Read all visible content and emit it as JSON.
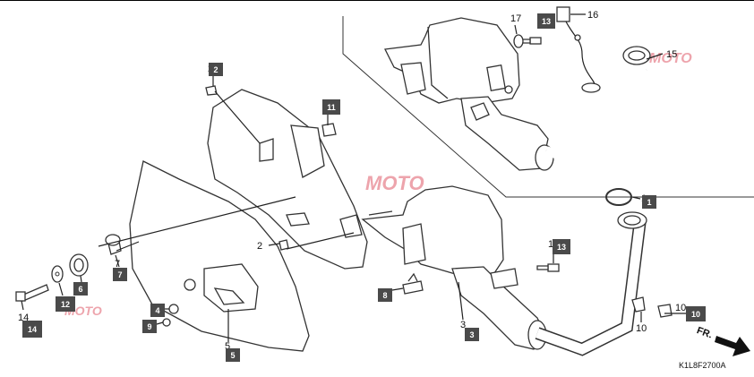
{
  "diagram_code": "K1L8F2700A",
  "direction_label": "FR.",
  "watermark": {
    "text": "MOTO",
    "color": "#e05a6a"
  },
  "colors": {
    "box_fill": "#4a4a4a",
    "line": "#222222"
  },
  "callouts": {
    "p1": {
      "num": "1",
      "box": "1"
    },
    "p2a": {
      "num": "2",
      "box": "2"
    },
    "p2b": {
      "num": "2"
    },
    "p3": {
      "num": "3",
      "box": "3"
    },
    "p4": {
      "box": "4"
    },
    "p5": {
      "num": "5",
      "box": "5"
    },
    "p6": {
      "box": "6"
    },
    "p7": {
      "num": "7",
      "box": "7"
    },
    "p8": {
      "box": "8"
    },
    "p9": {
      "box": "9"
    },
    "p10a": {
      "num": "10",
      "box": "10"
    },
    "p10b": {
      "num": "10"
    },
    "p11": {
      "box": "11"
    },
    "p12": {
      "box": "12"
    },
    "p13a": {
      "num": "13",
      "box": "13"
    },
    "p13b": {
      "box": "13"
    },
    "p14": {
      "num": "14",
      "box": "14"
    },
    "p15": {
      "num": "15"
    },
    "p16": {
      "num": "16"
    },
    "p17": {
      "num": "17"
    }
  }
}
